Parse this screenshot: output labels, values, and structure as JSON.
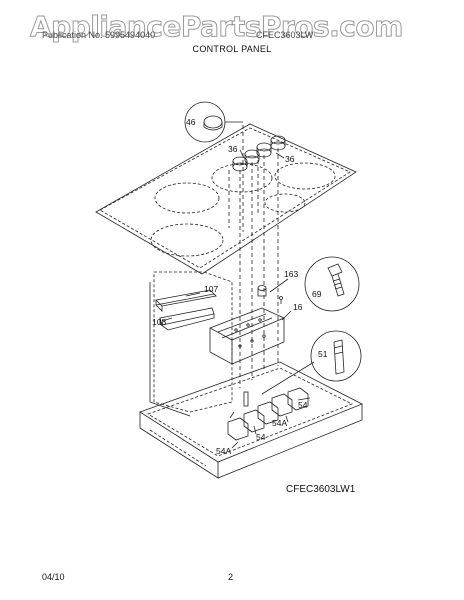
{
  "watermark": "AppliancePartsPros.com",
  "header": {
    "left": "Publication No. 5995494040",
    "right": "CFEC3603LW",
    "title": "CONTROL PANEL"
  },
  "callouts": {
    "c46": "46",
    "c36a": "36",
    "c36b": "36",
    "c107": "107",
    "c108": "108",
    "c163": "163",
    "c16": "16",
    "c69": "69",
    "c51": "51",
    "c54a": "54",
    "c54b": "54",
    "c54A1": "54A",
    "c54A2": "54A"
  },
  "model_code": "CFEC3603LW1",
  "footer": {
    "date": "04/10",
    "page": "2"
  }
}
